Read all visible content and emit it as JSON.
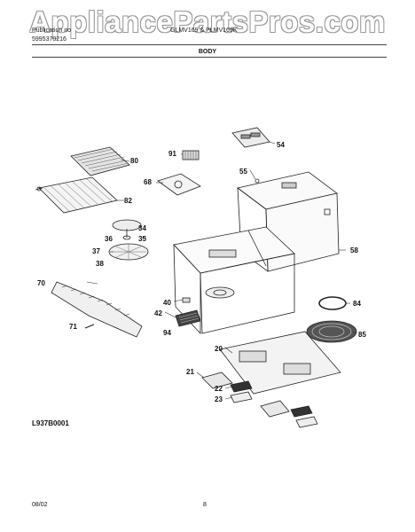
{
  "watermark": "AppliancePartsPros.com",
  "header": {
    "left_line1": "Publication no",
    "left_line2": "5995370216",
    "center": "GLMV169 & PLMV169K",
    "section": "BODY"
  },
  "callouts": {
    "c80": "80",
    "c82": "82",
    "c91": "91",
    "c68": "68",
    "c54": "54",
    "c55": "55",
    "c58": "58",
    "c34": "34",
    "c36": "36",
    "c35": "35",
    "c37": "37",
    "c38": "38",
    "c70": "70",
    "c40": "40",
    "c42": "42",
    "c94": "94",
    "c71": "71",
    "c84": "84",
    "c85": "85",
    "c20": "20",
    "c21": "21",
    "c22": "22",
    "c23": "23"
  },
  "diagram_code": "L937B0001",
  "footer": {
    "date": "08/02",
    "page": "8"
  }
}
